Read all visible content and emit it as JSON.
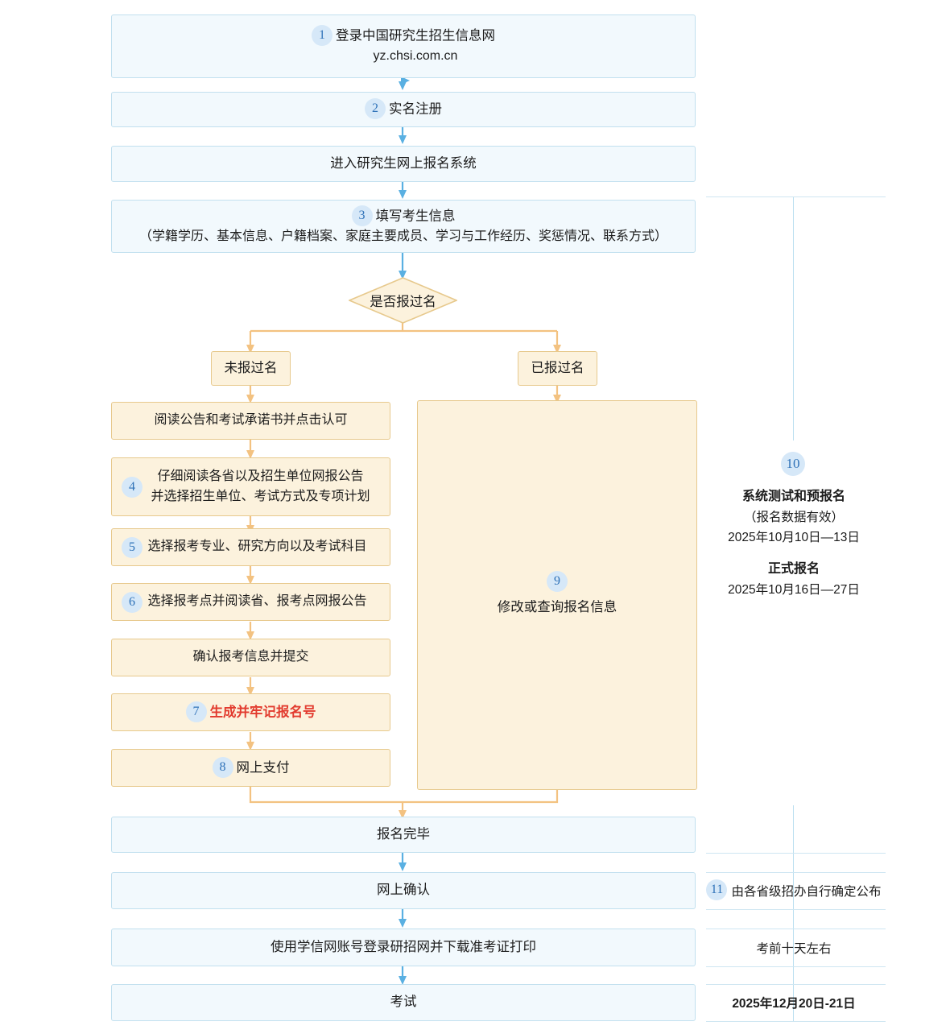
{
  "meta": {
    "accent_blue": "#2f72b8",
    "badge_bg": "#d6e8f8",
    "blue_box_fill": "#f2f9fd",
    "blue_box_border": "#c2e0ef",
    "cream_box_fill": "#fcf2dd",
    "cream_box_border": "#e7c98d",
    "arrow_blue": "#5ab0e2",
    "arrow_orange": "#f2c180",
    "highlight_red": "#e23b2e"
  },
  "flow": {
    "step1": {
      "num": "1",
      "line1": "登录中国研究生招生信息网",
      "line2": "yz.chsi.com.cn"
    },
    "step2": {
      "num": "2",
      "label": "实名注册"
    },
    "step_enter": {
      "label": "进入研究生网上报名系统"
    },
    "step3": {
      "num": "3",
      "line1": "填写考生信息",
      "line2": "（学籍学历、基本信息、户籍档案、家庭主要成员、学习与工作经历、奖惩情况、联系方式）"
    },
    "decision": {
      "label": "是否报过名"
    },
    "branch_left": {
      "label": "未报过名"
    },
    "branch_right": {
      "label": "已报过名"
    },
    "step_read_notice": {
      "label": "阅读公告和考试承诺书并点击认可"
    },
    "step4": {
      "num": "4",
      "line1": "仔细阅读各省以及招生单位网报公告",
      "line2": "并选择招生单位、考试方式及专项计划"
    },
    "step5": {
      "num": "5",
      "label": "选择报考专业、研究方向以及考试科目"
    },
    "step6": {
      "num": "6",
      "label": "选择报考点并阅读省、报考点网报公告"
    },
    "step_confirm_submit": {
      "label": "确认报考信息并提交"
    },
    "step7": {
      "num": "7",
      "label": "生成并牢记报名号"
    },
    "step8": {
      "num": "8",
      "label": "网上支付"
    },
    "step9": {
      "num": "9",
      "label": "修改或查询报名信息"
    },
    "step_done": {
      "label": "报名完毕"
    },
    "step_online_confirm": {
      "label": "网上确认"
    },
    "step_admission_ticket": {
      "label": "使用学信网账号登录研招网并下载准考证打印"
    },
    "step_exam": {
      "label": "考试"
    }
  },
  "sidebar": {
    "schedule": {
      "num": "10",
      "title": "系统测试和预报名",
      "subtitle": "（报名数据有效）",
      "dates": "2025年10月10日—13日",
      "title2": "正式报名",
      "dates2": "2025年10月16日—27日"
    },
    "confirm_note": {
      "num": "11",
      "label": "由各省级招办自行确定公布"
    },
    "ticket_note": {
      "label": "考前十天左右"
    },
    "exam_note": {
      "label": "2025年12月20日-21日"
    }
  }
}
